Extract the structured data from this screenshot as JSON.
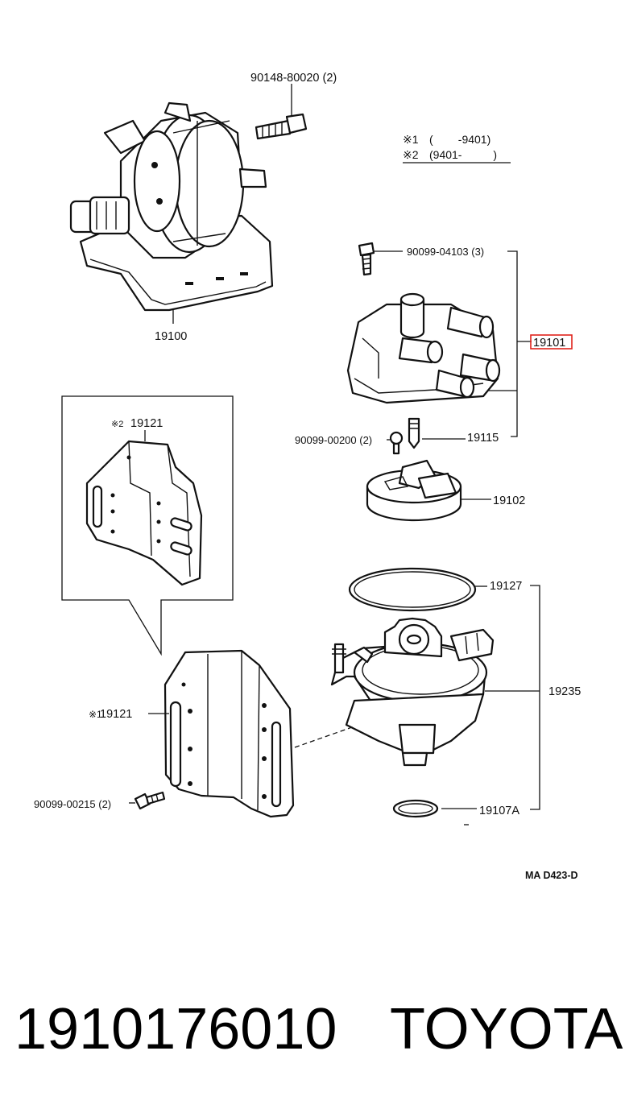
{
  "parts": {
    "bolt_top": "90148-80020 (2)",
    "distributor_assy": "19100",
    "cap_screw": "90099-04103 (3)",
    "cap_assy": "19101",
    "rotor_screw": "90099-00200 (2)",
    "cap_carbon": "19115",
    "rotor": "19102",
    "bracket_inset": "19121",
    "bracket": "19121",
    "gasket": "19127",
    "housing": "19235",
    "bracket_bolt": "90099-00215 (2)",
    "o_ring": "19107A"
  },
  "notes": {
    "note1_mark": "※1",
    "note1_text": "(        -9401)",
    "note2_mark": "※2",
    "note2_text": "(9401-          )",
    "inset_mark": "※2",
    "bracket_mark": "※1"
  },
  "figure_code": "MA D423-D",
  "footer": {
    "part_number": "1910176010",
    "brand": "TOYOTA"
  },
  "colors": {
    "highlight": "#e0231c",
    "line": "#111111"
  }
}
